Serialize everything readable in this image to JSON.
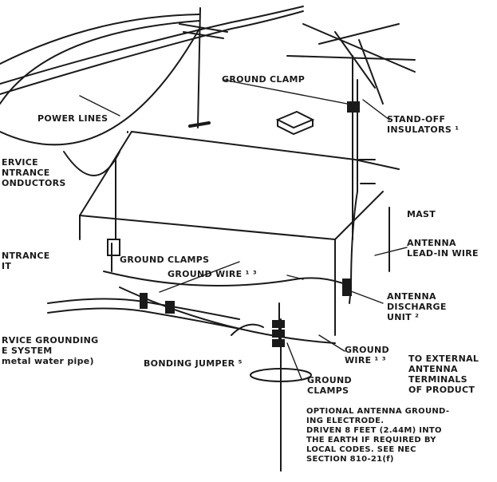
{
  "labels": {
    "ground_clamp_top": "GROUND CLAMP",
    "power_lines": "POWER LINES",
    "stand_off": "STAND-OFF\nINSULATORS ¹",
    "service_entrance_conductors": "ERVICE\nNTRANCE\nONDUCTORS",
    "mast": "MAST",
    "antenna_lead_in": "ANTENNA\nLEAD-IN WIRE",
    "entrance": "NTRANCE\nIT",
    "ground_clamps_mid": "GROUND CLAMPS",
    "ground_wire_mid": "GROUND WIRE ¹ ³",
    "antenna_discharge": "ANTENNA\nDISCHARGE\nUNIT ²",
    "service_grounding": "RVICE GROUNDING\nE SYSTEM\nmetal water pipe)",
    "bonding_jumper": "BONDING JUMPER ⁵",
    "ground_wire_right": "GROUND\nWIRE ¹ ³",
    "to_external": "TO EXTERNAL\nANTENNA\nTERMINALS\nOF PRODUCT",
    "ground_clamps_bottom": "GROUND\nCLAMPS",
    "optional_electrode": "OPTIONAL ANTENNA GROUND-\nING ELECTRODE.\nDRIVEN 8 FEET (2.44M) INTO\nTHE EARTH IF REQUIRED BY\nLOCAL CODES. SEE NEC\nSECTION 810-21(f)"
  }
}
